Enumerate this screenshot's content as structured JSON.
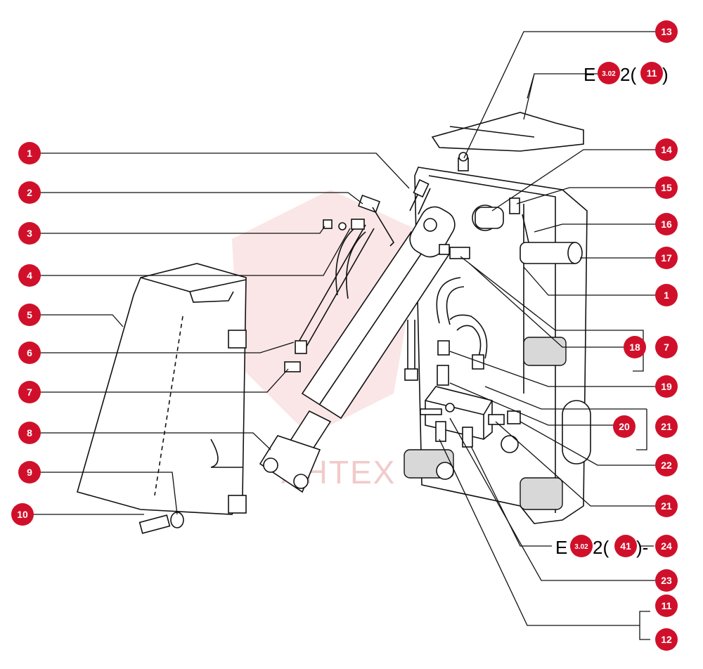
{
  "watermark": {
    "text": "AHTEX",
    "color": "#e8a0a0"
  },
  "badge_color": "#d0102a",
  "callouts": [
    "1",
    "2",
    "3",
    "4",
    "5",
    "6",
    "7",
    "8",
    "9",
    "10",
    "1",
    "13",
    "14",
    "15",
    "16",
    "17",
    "18",
    "7",
    "19",
    "20",
    "21",
    "22",
    "21",
    "24",
    "23",
    "11",
    "12"
  ],
  "references": [
    {
      "prefix": "E",
      "badge": "3.02",
      "middle": "2(",
      "part": "11",
      "suffix": ")"
    },
    {
      "prefix": "E",
      "badge": "3.02",
      "middle": "2(",
      "part": "41",
      "suffix": ")-",
      "tail": "24"
    }
  ]
}
